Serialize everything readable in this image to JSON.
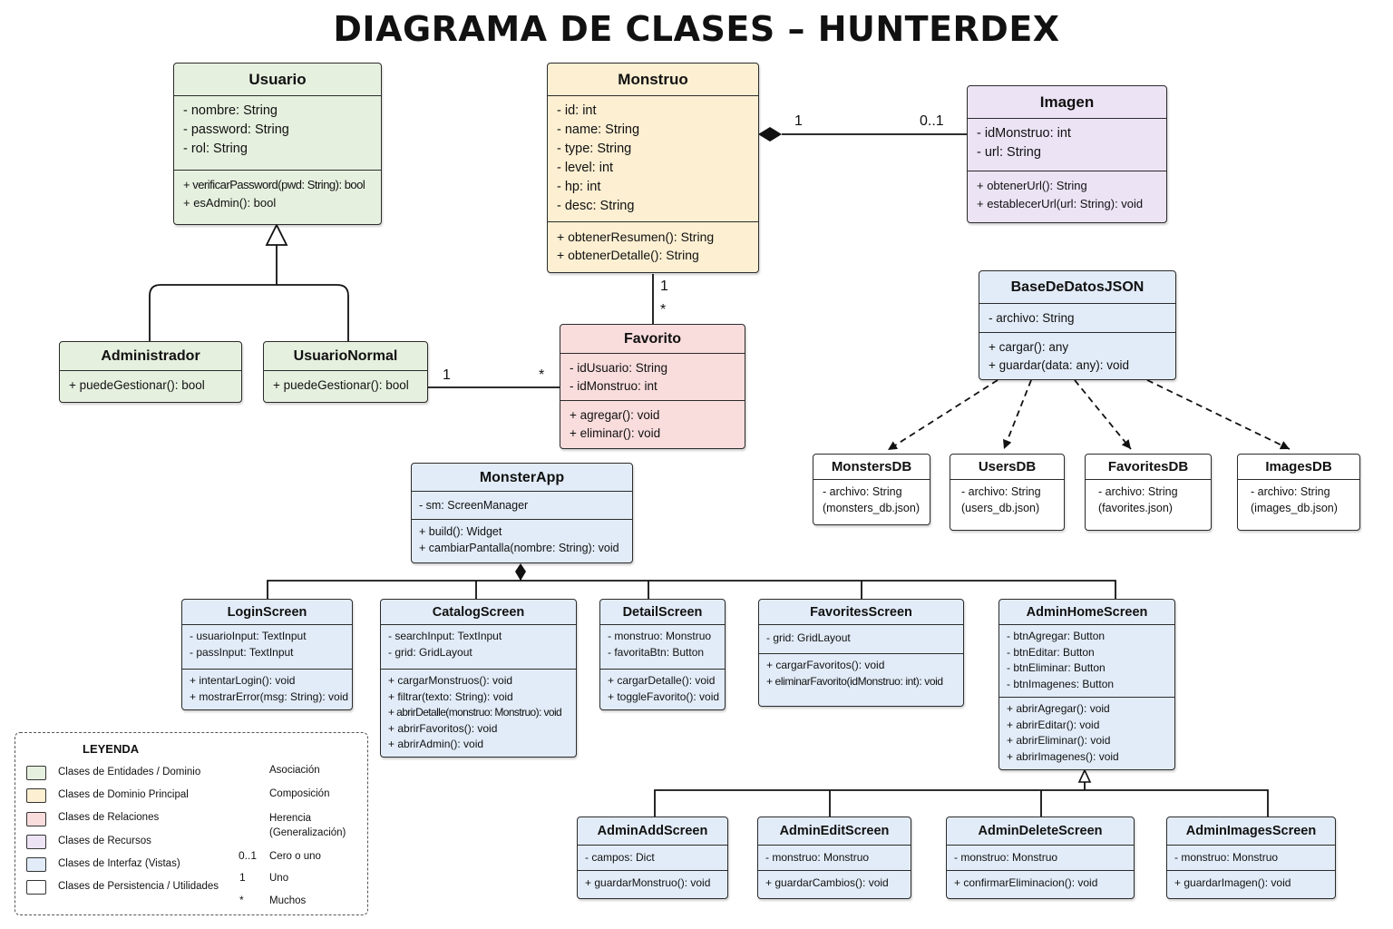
{
  "title": "DIAGRAMA DE CLASES – HUNTERDEX",
  "colors": {
    "entidades": "#e6f0df",
    "dominio": "#fcefd2",
    "relaciones": "#f9dcdc",
    "recursos": "#ece3f5",
    "interfaz": "#e2ecf8",
    "persistencia": "#ffffff"
  },
  "classes": {
    "usuario": {
      "name": "Usuario",
      "attrs": [
        "- nombre: String",
        "- password: String",
        "- rol: String"
      ],
      "methods": [
        "+ verificarPassword(pwd: String): bool",
        "+ esAdmin(): bool"
      ]
    },
    "monstruo": {
      "name": "Monstruo",
      "attrs": [
        "- id: int",
        "- name: String",
        "- type: String",
        "- level: int",
        "- hp: int",
        "- desc: String"
      ],
      "methods": [
        "+ obtenerResumen(): String",
        "+ obtenerDetalle(): String"
      ]
    },
    "imagen": {
      "name": "Imagen",
      "attrs": [
        "- idMonstruo: int",
        "- url: String"
      ],
      "methods": [
        "+ obtenerUrl(): String",
        "+ establecerUrl(url: String): void"
      ]
    },
    "administrador": {
      "name": "Administrador",
      "methods": [
        "+ puedeGestionar(): bool"
      ]
    },
    "usuarioNormal": {
      "name": "UsuarioNormal",
      "methods": [
        "+ puedeGestionar(): bool"
      ]
    },
    "favorito": {
      "name": "Favorito",
      "attrs": [
        "- idUsuario: String",
        "- idMonstruo: int"
      ],
      "methods": [
        "+ agregar(): void",
        "+ eliminar(): void"
      ]
    },
    "baseDeDatos": {
      "name": "BaseDeDatosJSON",
      "attrs": [
        "- archivo: String"
      ],
      "methods": [
        "+ cargar(): any",
        "+ guardar(data: any): void"
      ]
    },
    "monstersDB": {
      "name": "MonstersDB",
      "attrs": [
        "- archivo: String",
        "(monsters_db.json)"
      ]
    },
    "usersDB": {
      "name": "UsersDB",
      "attrs": [
        "- archivo: String",
        "(users_db.json)"
      ]
    },
    "favoritesDB": {
      "name": "FavoritesDB",
      "attrs": [
        "- archivo: String",
        "(favorites.json)"
      ]
    },
    "imagesDB": {
      "name": "ImagesDB",
      "attrs": [
        "- archivo: String",
        "(images_db.json)"
      ]
    },
    "monsterApp": {
      "name": "MonsterApp",
      "attrs": [
        "- sm: ScreenManager"
      ],
      "methods": [
        "+ build(): Widget",
        "+ cambiarPantalla(nombre: String): void"
      ]
    },
    "loginScreen": {
      "name": "LoginScreen",
      "attrs": [
        "- usuarioInput: TextInput",
        "- passInput: TextInput"
      ],
      "methods": [
        "+ intentarLogin(): void",
        "+ mostrarError(msg: String): void"
      ]
    },
    "catalogScreen": {
      "name": "CatalogScreen",
      "attrs": [
        "- searchInput: TextInput",
        "- grid: GridLayout"
      ],
      "methods": [
        "+ cargarMonstruos(): void",
        "+ filtrar(texto: String): void",
        "+ abrirDetalle(monstruo: Monstruo): void",
        "+ abrirFavoritos(): void",
        "+ abrirAdmin(): void"
      ]
    },
    "detailScreen": {
      "name": "DetailScreen",
      "attrs": [
        "- monstruo: Monstruo",
        "- favoritaBtn: Button"
      ],
      "methods": [
        "+ cargarDetalle(): void",
        "+ toggleFavorito(): void"
      ]
    },
    "favoritesScreen": {
      "name": "FavoritesScreen",
      "attrs": [
        "- grid: GridLayout"
      ],
      "methods": [
        "+ cargarFavoritos(): void",
        "+ eliminarFavorito(idMonstruo: int): void"
      ]
    },
    "adminHomeScreen": {
      "name": "AdminHomeScreen",
      "attrs": [
        "- btnAgregar: Button",
        "- btnEditar: Button",
        "- btnEliminar: Button",
        "- btnImagenes: Button"
      ],
      "methods": [
        "+ abrirAgregar(): void",
        "+ abrirEditar(): void",
        "+ abrirEliminar(): void",
        "+ abrirImagenes(): void"
      ]
    },
    "adminAddScreen": {
      "name": "AdminAddScreen",
      "attrs": [
        "- campos: Dict"
      ],
      "methods": [
        "+ guardarMonstruo(): void"
      ]
    },
    "adminEditScreen": {
      "name": "AdminEditScreen",
      "attrs": [
        "- monstruo: Monstruo"
      ],
      "methods": [
        "+ guardarCambios(): void"
      ]
    },
    "adminDeleteScreen": {
      "name": "AdminDeleteScreen",
      "attrs": [
        "- monstruo: Monstruo"
      ],
      "methods": [
        "+ confirmarEliminacion(): void"
      ]
    },
    "adminImagesScreen": {
      "name": "AdminImagesScreen",
      "attrs": [
        "- monstruo: Monstruo"
      ],
      "methods": [
        "+ guardarImagen(): void"
      ]
    }
  },
  "multiplicities": {
    "monstruoImagen_a": "1",
    "monstruoImagen_b": "0..1",
    "monstruoFavorito_a": "1",
    "monstruoFavorito_b": "*",
    "usuarioFavorito_a": "1",
    "usuarioFavorito_b": "*"
  },
  "legend": {
    "title": "LEYENDA",
    "colors": [
      {
        "label": "Clases de Entidades / Dominio"
      },
      {
        "label": "Clases de Dominio Principal"
      },
      {
        "label": "Clases de Relaciones"
      },
      {
        "label": "Clases de Recursos"
      },
      {
        "label": "Clases de Interfaz (Vistas)"
      },
      {
        "label": "Clases de Persistencia / Utilidades"
      }
    ],
    "relations": {
      "asociacion": "Asociación",
      "composicion": "Composición",
      "herencia": "Herencia\n(Generalización)",
      "ceroUno_symbol": "0..1",
      "ceroUno": "Cero o uno",
      "uno_symbol": "1",
      "uno": "Uno",
      "muchos_symbol": "*",
      "muchos": "Muchos"
    }
  }
}
